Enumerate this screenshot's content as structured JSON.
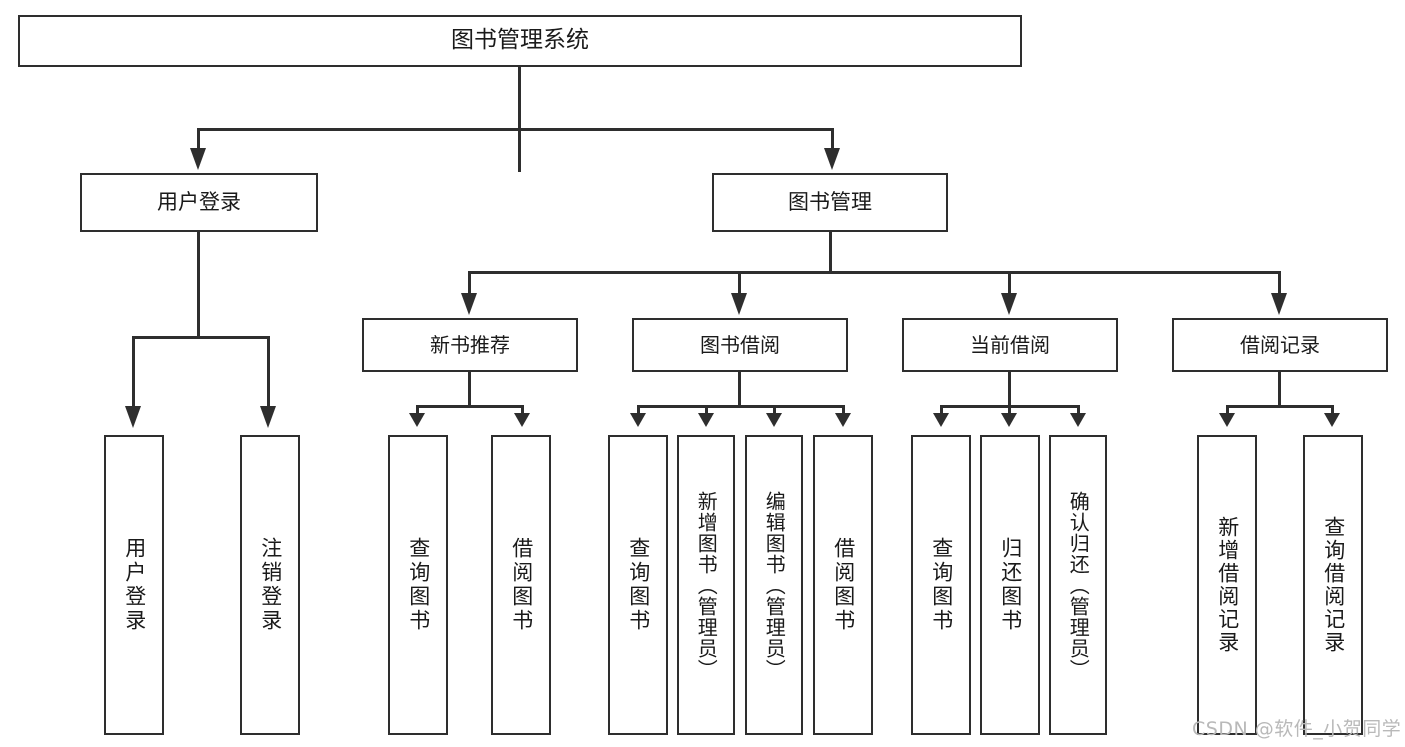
{
  "diagram": {
    "type": "tree",
    "title": "图书管理系统",
    "root": {
      "label": "图书管理系统"
    },
    "level1": [
      {
        "label": "用户登录"
      },
      {
        "label": "图书管理"
      }
    ],
    "level2": [
      {
        "label": "新书推荐"
      },
      {
        "label": "图书借阅"
      },
      {
        "label": "当前借阅"
      },
      {
        "label": "借阅记录"
      }
    ],
    "leaves": {
      "user_login": [
        {
          "label": "用户登录"
        },
        {
          "label": "注销登录"
        }
      ],
      "new_book": [
        {
          "label": "查询图书"
        },
        {
          "label": "借阅图书"
        }
      ],
      "book_borrow": [
        {
          "label": "查询图书"
        },
        {
          "label": "新增图书（管理员）"
        },
        {
          "label": "编辑图书（管理员）"
        },
        {
          "label": "借阅图书"
        }
      ],
      "current_borrow": [
        {
          "label": "查询图书"
        },
        {
          "label": "归还图书"
        },
        {
          "label": "确认归还（管理员）"
        }
      ],
      "borrow_record": [
        {
          "label": "新增借阅记录"
        },
        {
          "label": "查询借阅记录"
        }
      ]
    }
  },
  "watermark": {
    "text": "CSDN @软件_小贺同学"
  },
  "colors": {
    "stroke": "#2e2e2e",
    "fill": "#ffffff",
    "text": "#1a1a1a",
    "watermark": "#b9b9b9"
  }
}
